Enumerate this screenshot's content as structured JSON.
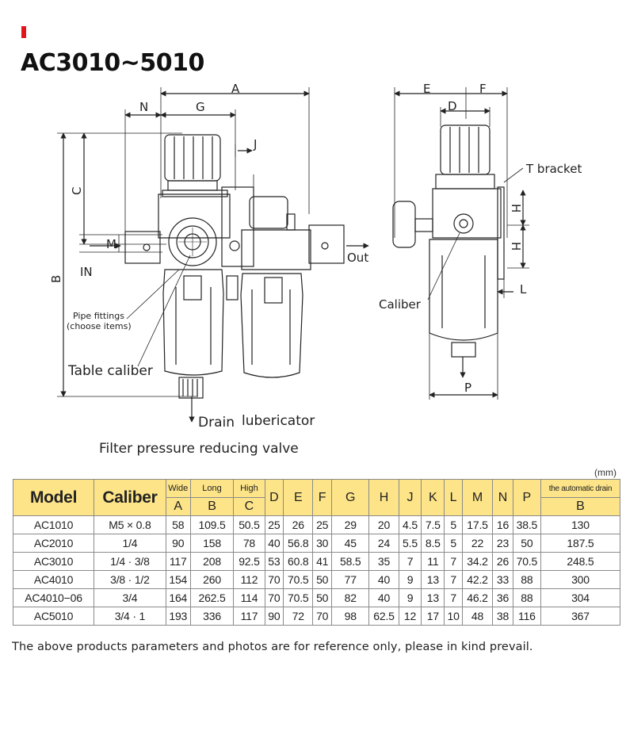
{
  "title": "AC3010~5010",
  "unit": "(mm)",
  "caption": "Filter pressure reducing valve",
  "note": "The above products parameters and photos are for reference only, please in kind prevail.",
  "drawing": {
    "dims": {
      "a": "A",
      "b": "B",
      "c": "C",
      "d": "D",
      "e": "E",
      "f": "F",
      "g": "G",
      "h1": "H",
      "h2": "H",
      "j": "J",
      "l": "L",
      "m": "M",
      "n": "N",
      "p": "P"
    },
    "labels": {
      "in": "IN",
      "out": "Out",
      "t_bracket": "T bracket",
      "caliber": "Caliber",
      "pipe_fittings": "Pipe fittings",
      "choose_items": "(choose items)",
      "table_caliber": "Table caliber",
      "drain": "Drain",
      "lubricator": "lubericator"
    }
  },
  "table": {
    "headers": {
      "model": "Model",
      "caliber": "Caliber",
      "wide": "Wide",
      "long": "Long",
      "high": "High",
      "sub_a": "A",
      "sub_b": "B",
      "sub_c": "C",
      "d": "D",
      "e": "E",
      "f": "F",
      "g": "G",
      "h": "H",
      "j": "J",
      "k": "K",
      "l": "L",
      "m": "M",
      "n": "N",
      "p": "P",
      "auto_drain": "the automatic drain",
      "auto_drain_sub": "B"
    },
    "rows": [
      {
        "model": "AC1010",
        "caliber": "M5 × 0.8",
        "a": "58",
        "b": "109.5",
        "c": "50.5",
        "d": "25",
        "e": "26",
        "f": "25",
        "g": "29",
        "h": "20",
        "j": "4.5",
        "k": "7.5",
        "l": "5",
        "m": "17.5",
        "n": "16",
        "p": "38.5",
        "drain": "130"
      },
      {
        "model": "AC2010",
        "caliber": "1/4",
        "a": "90",
        "b": "158",
        "c": "78",
        "d": "40",
        "e": "56.8",
        "f": "30",
        "g": "45",
        "h": "24",
        "j": "5.5",
        "k": "8.5",
        "l": "5",
        "m": "22",
        "n": "23",
        "p": "50",
        "drain": "187.5"
      },
      {
        "model": "AC3010",
        "caliber": "1/4 · 3/8",
        "a": "117",
        "b": "208",
        "c": "92.5",
        "d": "53",
        "e": "60.8",
        "f": "41",
        "g": "58.5",
        "h": "35",
        "j": "7",
        "k": "11",
        "l": "7",
        "m": "34.2",
        "n": "26",
        "p": "70.5",
        "drain": "248.5"
      },
      {
        "model": "AC4010",
        "caliber": "3/8 · 1/2",
        "a": "154",
        "b": "260",
        "c": "112",
        "d": "70",
        "e": "70.5",
        "f": "50",
        "g": "77",
        "h": "40",
        "j": "9",
        "k": "13",
        "l": "7",
        "m": "42.2",
        "n": "33",
        "p": "88",
        "drain": "300"
      },
      {
        "model": "AC4010−06",
        "caliber": "3/4",
        "a": "164",
        "b": "262.5",
        "c": "114",
        "d": "70",
        "e": "70.5",
        "f": "50",
        "g": "82",
        "h": "40",
        "j": "9",
        "k": "13",
        "l": "7",
        "m": "46.2",
        "n": "36",
        "p": "88",
        "drain": "304"
      },
      {
        "model": "AC5010",
        "caliber": "3/4 · 1",
        "a": "193",
        "b": "336",
        "c": "117",
        "d": "90",
        "e": "72",
        "f": "70",
        "g": "98",
        "h": "62.5",
        "j": "12",
        "k": "17",
        "l": "10",
        "m": "48",
        "n": "38",
        "p": "116",
        "drain": "367"
      }
    ]
  },
  "colors": {
    "accent": "#e3141b",
    "header_bg": "#fde488",
    "border": "#8a8a8a"
  }
}
